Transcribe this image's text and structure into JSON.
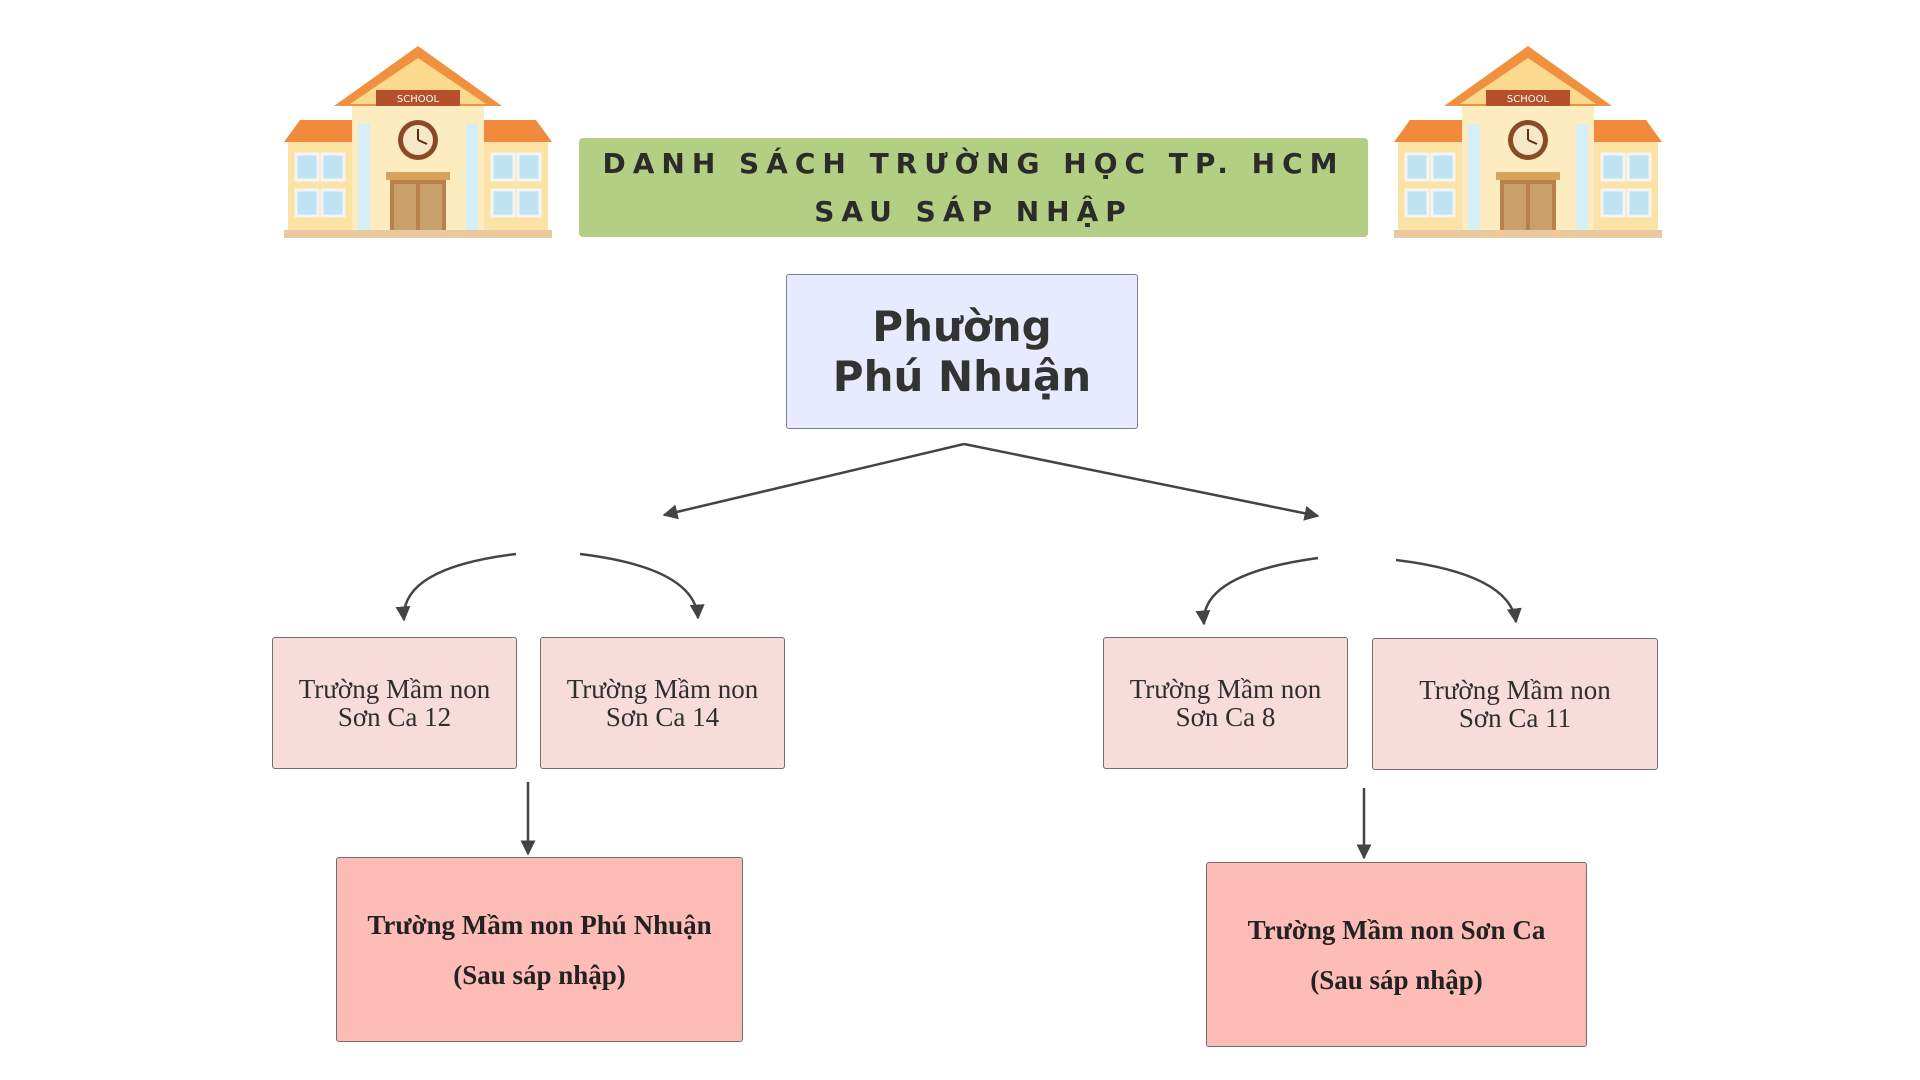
{
  "title": {
    "line1": "DANH SÁCH TRƯỜNG HỌC TP. HCM",
    "line2": "SAU SÁP NHẬP"
  },
  "root": {
    "line1": "Phường",
    "line2": "Phú Nhuận"
  },
  "children": [
    {
      "line1": "Trường Mầm non",
      "line2": "Sơn Ca 12"
    },
    {
      "line1": "Trường Mầm non",
      "line2": "Sơn Ca 14"
    },
    {
      "line1": "Trường Mầm non",
      "line2": "Sơn Ca 8"
    },
    {
      "line1": "Trường Mầm non",
      "line2": "Sơn Ca 11"
    }
  ],
  "merged": [
    {
      "line1": "Trường Mầm non Phú Nhuận",
      "line2": "(Sau sáp nhập)"
    },
    {
      "line1": "Trường Mầm non Sơn Ca",
      "line2": "(Sau sáp nhập)"
    }
  ],
  "school_sign": "SCHOOL",
  "colors": {
    "banner": "#b3cf83",
    "root_fill": "#e8ebfd",
    "child_fill": "#f8dcd9",
    "merged_fill": "#fdbcb6",
    "arrow": "#444444"
  }
}
